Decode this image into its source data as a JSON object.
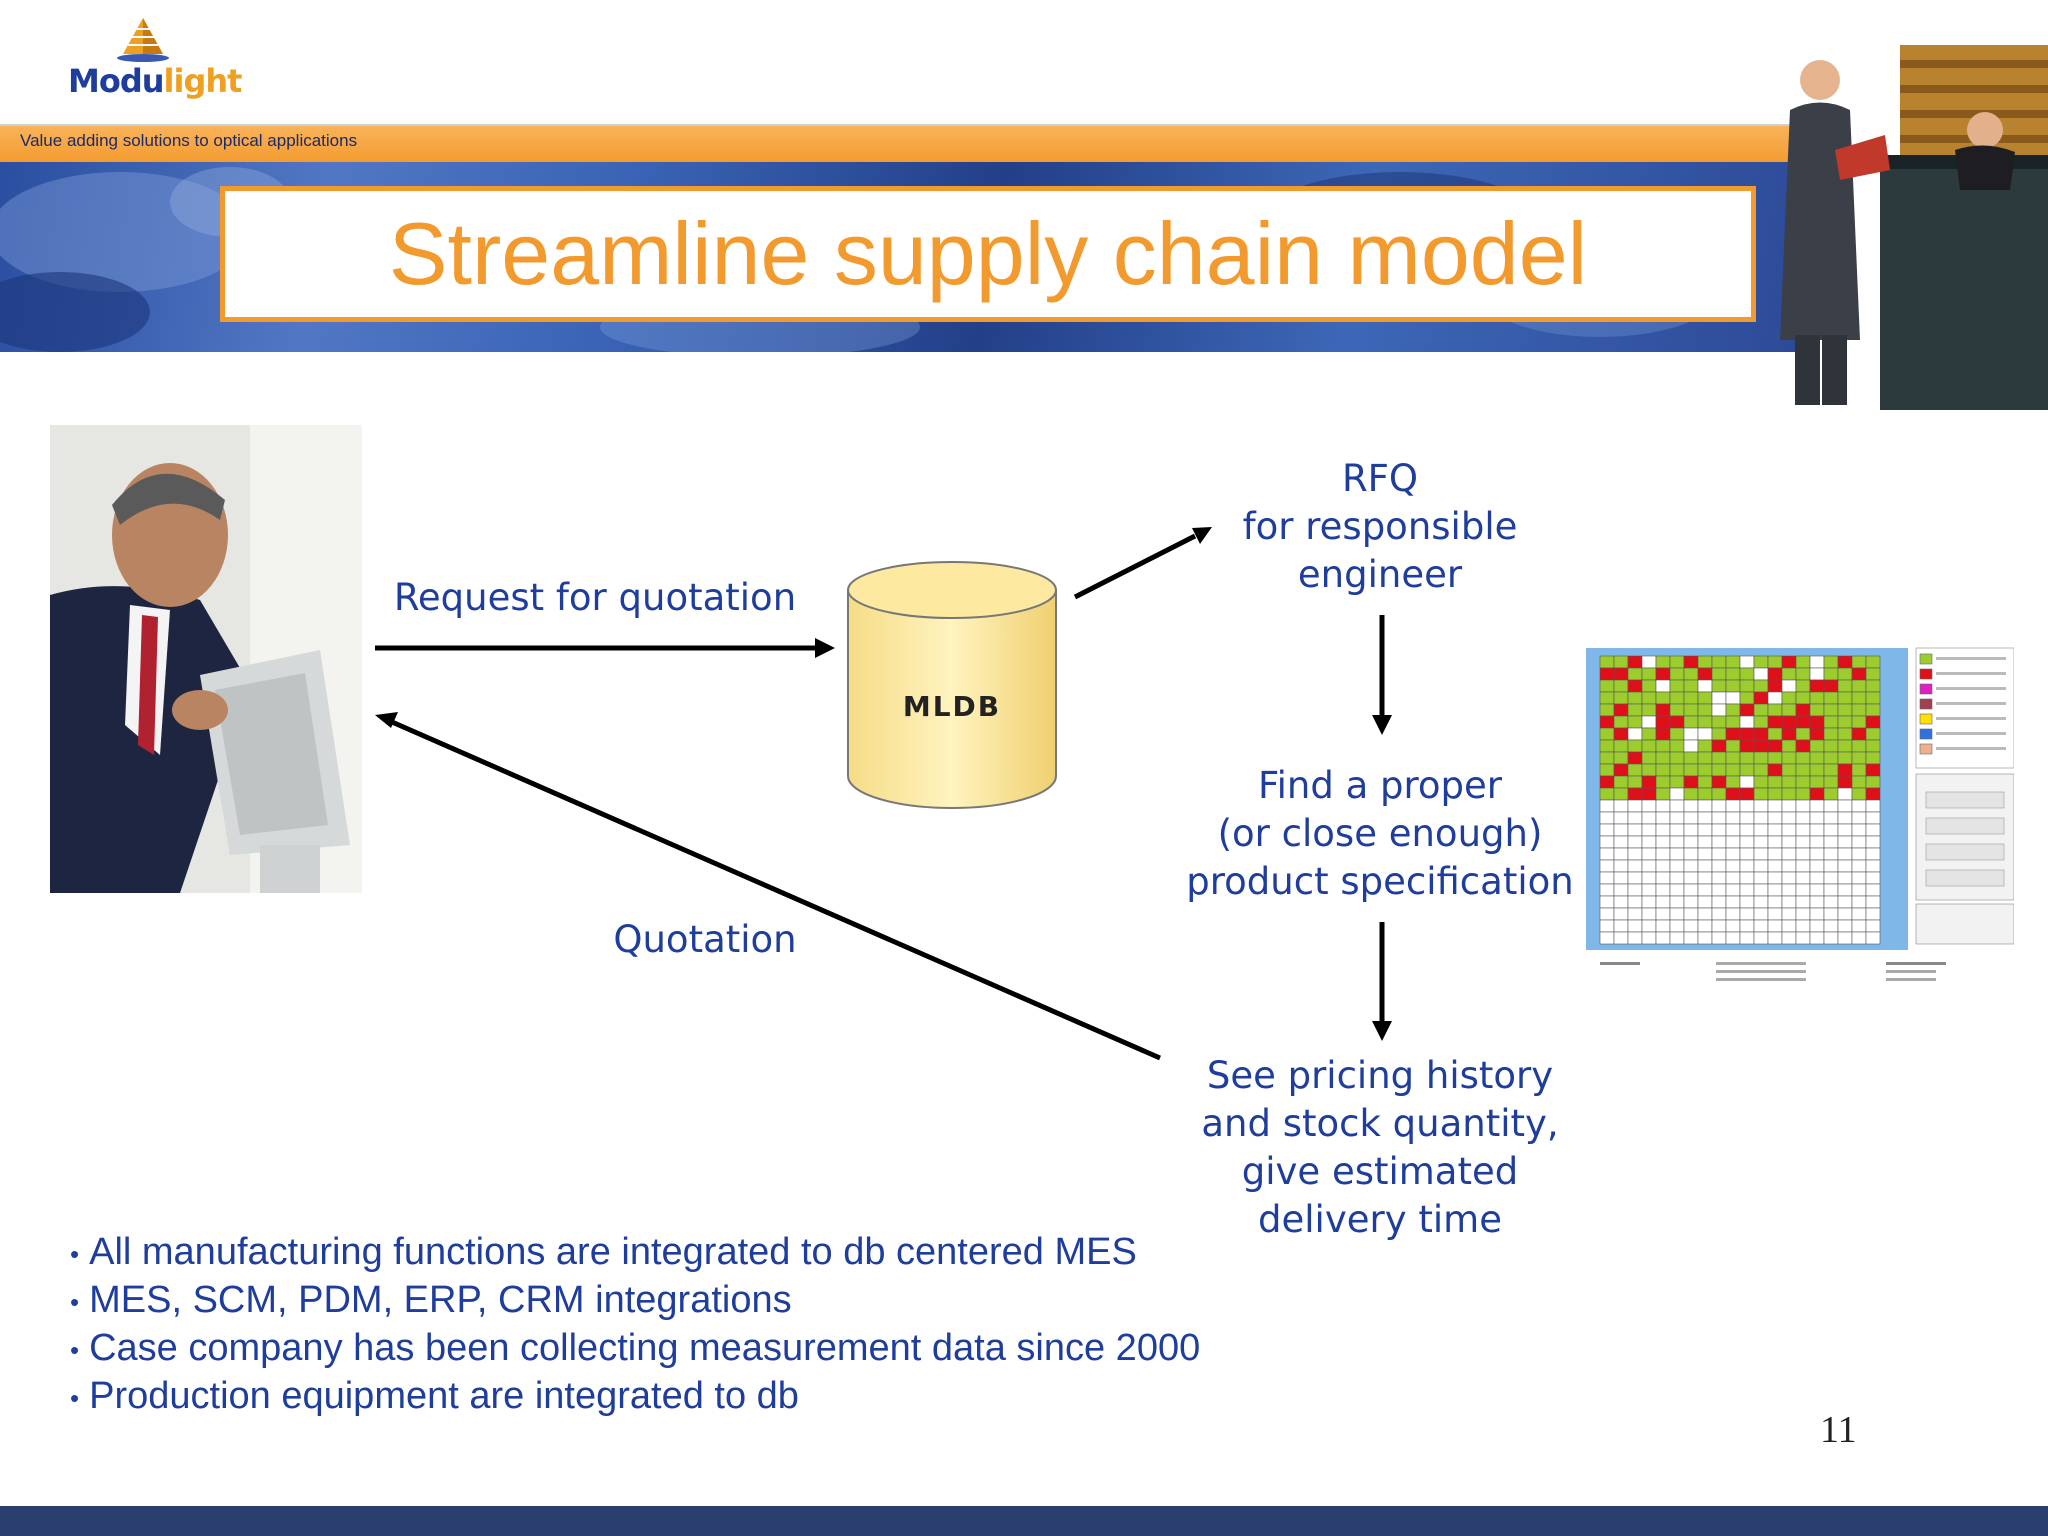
{
  "logo": {
    "text_part1": "Modu",
    "text_part2": "light"
  },
  "tagline": "Value adding solutions to optical applications",
  "title": "Streamline supply chain model",
  "diagram": {
    "request_label": "Request for quotation",
    "quotation_label": "Quotation",
    "db_label": "MLDB",
    "rfq_lines": [
      "RFQ",
      "for responsible",
      "engineer"
    ],
    "find_lines": [
      "Find a proper",
      "(or close enough)",
      "product specification"
    ],
    "price_lines": [
      "See pricing history",
      "and stock quantity,",
      "give estimated",
      "delivery time"
    ]
  },
  "bullets": [
    "All manufacturing functions are integrated to db centered MES",
    "MES, SCM, PDM, ERP, CRM integrations",
    "Case company has been collecting measurement data since 2000",
    "Production equipment are integrated to db"
  ],
  "page_number": "11",
  "colors": {
    "accent_orange": "#f39a2e",
    "text_blue": "#1f3d9c",
    "footer": "#2a3f6e"
  }
}
